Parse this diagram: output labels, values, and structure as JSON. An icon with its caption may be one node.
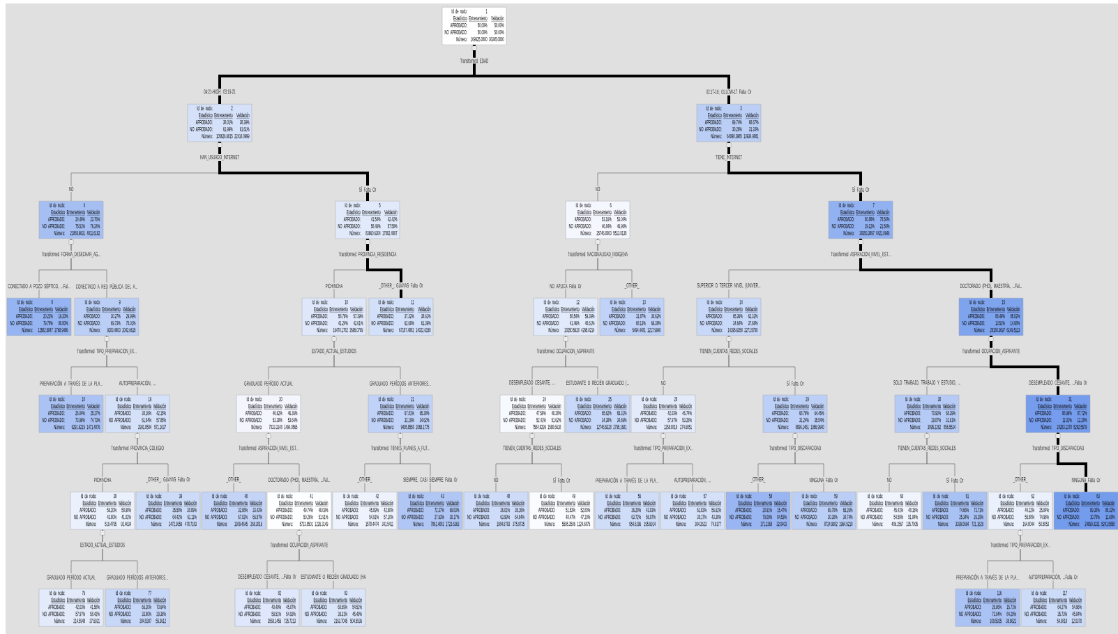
{
  "diagram": {
    "nodes": [
      {
        "text": [
          "Id de nodo:",
          "1",
          "Estadístico",
          "Entrenamiento",
          "Validación",
          "APROBADO:",
          "50.00%",
          "50.00%",
          "NO APROBADO:",
          "50.00%",
          "50.00%",
          "Número:",
          "169625.0000",
          "36345.0000"
        ],
        "beside": [
          "Transformed EDAD"
        ]
      },
      {
        "text": [
          "Id de nodo:",
          "2",
          "Estadístico",
          "Entrenamiento",
          "Validación",
          "APROBADO:",
          "38.01%",
          "38.39%",
          "NO APROBADO:",
          "61.99%",
          "61.61%",
          "Número:",
          "105626.6815",
          "22414.0999"
        ],
        "beside": [
          "HAN_USUADO_INTERNET"
        ]
      },
      {
        "text": [
          "Id de nodo:",
          "3",
          "Estadístico",
          "Entrenamiento",
          "Validación",
          "APROBADO:",
          "69.74%",
          "68.67%",
          "NO APROBADO:",
          "30.26%",
          "31.33%",
          "Número:",
          "64098.3985",
          "13934.9081"
        ],
        "beside": [
          "TIENE_INTERNET"
        ]
      },
      {
        "text": [
          "Id de nodo:",
          "4",
          "Estadístico",
          "Entrenamiento",
          "Validación",
          "APROBADO:",
          "24.49%",
          "23.76%",
          "NO APROBADO:",
          "75.51%",
          "76.24%",
          "Número:",
          "21865.9631",
          "4811.6182"
        ],
        "beside": [
          "Transformed FORMA_DESECHAR_AG..."
        ]
      },
      {
        "text": [
          "Id de nodo:",
          "5",
          "Estadístico",
          "Entrenamiento",
          "Validación",
          "APROBADO:",
          "41.54%",
          "42.42%",
          "NO APROBADO:",
          "58.46%",
          "57.58%",
          "Número:",
          "83660.6304",
          "17582.4897"
        ],
        "beside": [
          "Transformed PROVINCIA_RESIDENCIA"
        ]
      },
      {
        "text": [
          "Id de nodo:",
          "6",
          "Estadístico",
          "Entrenamiento",
          "Validación",
          "APROBADO:",
          "53.16%",
          "53.04%",
          "NO APROBADO:",
          "46.84%",
          "46.96%",
          "Número:",
          "25746.0000",
          "5513.8135"
        ],
        "beside": [
          "Transformed NACIONALIDAD_INDIGENA"
        ]
      },
      {
        "text": [
          "Id de nodo:",
          "7",
          "Estadístico",
          "Entrenamiento",
          "Validación",
          "APROBADO:",
          "80.88%",
          "78.50%",
          "NO APROBADO:",
          "19.12%",
          "21.50%",
          "Número:",
          "38353.3897",
          "8421.0946"
        ],
        "beside": [
          "Transformed ASPIRACION_NIVEL_EST..."
        ]
      },
      {
        "text": [
          "Id de nodo:",
          "8",
          "Estadístico",
          "Entrenamiento",
          "Validación",
          "APROBADO:",
          "20.22%",
          "19.20%",
          "NO APROBADO:",
          "79.78%",
          "80.80%",
          "Número:",
          "12582.5847",
          "2768.9486"
        ]
      },
      {
        "text": [
          "Id de nodo:",
          "9",
          "Estadístico",
          "Entrenamiento",
          "Validación",
          "APROBADO:",
          "30.27%",
          "29.99%",
          "NO APROBADO:",
          "69.73%",
          "70.01%",
          "Número:",
          "9283.4800",
          "2042.6615"
        ],
        "beside": [
          "Transformed TIPO_PREPARACION_EX..."
        ]
      },
      {
        "text": [
          "Id de nodo:",
          "10",
          "Estadístico",
          "Entrenamiento",
          "Validación",
          "APROBADO:",
          "58.76%",
          "57.39%",
          "NO APROBADO:",
          "41.24%",
          "42.61%",
          "Número:",
          "16470.1782",
          "3595.0709"
        ],
        "beside": [
          "ESTADO_ACTUAL_ESTUDIOS"
        ]
      },
      {
        "text": [
          "Id de nodo:",
          "11",
          "Estadístico",
          "Entrenamiento",
          "Validación",
          "APROBADO:",
          "37.32%",
          "38.61%",
          "NO APROBADO:",
          "62.68%",
          "61.39%",
          "Número:",
          "67187.4882",
          "14022.6158"
        ]
      },
      {
        "text": [
          "Id de nodo:",
          "12",
          "Estadístico",
          "Entrenamiento",
          "Validación",
          "APROBADO:",
          "58.54%",
          "59.39%",
          "NO APROBADO:",
          "41.46%",
          "40.61%",
          "Número:",
          "20250.5628",
          "4295.8214"
        ],
        "beside": [
          "Transformed OCUPACION_ASPIRANTE"
        ]
      },
      {
        "text": [
          "Id de nodo:",
          "13",
          "Estadístico",
          "Entrenamiento",
          "Validación",
          "APROBADO:",
          "31.87%",
          "30.62%",
          "NO APROBADO:",
          "68.13%",
          "69.38%",
          "Número:",
          "5494.4481",
          "1217.9940"
        ]
      },
      {
        "text": [
          "Id de nodo:",
          "14",
          "Estadístico",
          "Entrenamiento",
          "Validación",
          "APROBADO:",
          "65.36%",
          "62.32%",
          "NO APROBADO:",
          "34.64%",
          "37.68%",
          "Número:",
          "14195.6358",
          "2271.5700"
        ],
        "beside": [
          "TIENEN_CUENTAS_REDES_SOCIALES"
        ]
      },
      {
        "text": [
          "Id de nodo:",
          "15",
          "Estadístico",
          "Entrenamiento",
          "Validación",
          "APROBADO:",
          "86.49%",
          "85.02%",
          "NO APROBADO:",
          "13.51%",
          "14.98%",
          "Número:",
          "28180.3697",
          "6149.5113"
        ],
        "beside": [
          "Transformed OCUPACION_ASPIRANTE"
        ]
      },
      {
        "text": [
          "Id de nodo:",
          "18",
          "Estadístico",
          "Entrenamiento",
          "Validación",
          "APROBADO:",
          "26.04%",
          "25.27%",
          "NO APROBADO:",
          "73.96%",
          "74.73%",
          "Número:",
          "6291.6219",
          "1471.4876"
        ]
      },
      {
        "text": [
          "Id de nodo:",
          "19",
          "Estadístico",
          "Entrenamiento",
          "Validación",
          "APROBADO:",
          "38.16%",
          "42.15%",
          "NO APROBADO:",
          "61.84%",
          "57.85%",
          "Número:",
          "2991.8584",
          "571.1637"
        ],
        "beside": [
          "Transformed PROVINCIA_COLEGIO"
        ]
      },
      {
        "text": [
          "Id de nodo:",
          "20",
          "Estadístico",
          "Entrenamiento",
          "Validación",
          "APROBADO:",
          "46.62%",
          "46.36%",
          "NO APROBADO:",
          "53.38%",
          "53.64%",
          "Número:",
          "7033.3148",
          "1494.0565"
        ],
        "beside": [
          "Transformed ASPIRACION_NIVEL_EST..."
        ]
      },
      {
        "text": [
          "Id de nodo:",
          "21",
          "Estadístico",
          "Entrenamiento",
          "Validación",
          "APROBADO:",
          "67.81%",
          "65.38%",
          "NO APROBADO:",
          "32.19%",
          "34.62%",
          "Número:",
          "9405.8558",
          "2065.1775"
        ],
        "beside": [
          "Transformed TIENES_PLANES_A_FUT..."
        ]
      },
      {
        "text": [
          "Id de nodo:",
          "24",
          "Estadístico",
          "Entrenamiento",
          "Validación",
          "APROBADO:",
          "47.59%",
          "48.38%",
          "NO APROBADO:",
          "52.41%",
          "51.62%",
          "Número:",
          "7584.8299",
          "1580.6618"
        ],
        "beside": [
          "TIENEN_CUENTAS_REDES_SOCIALES"
        ]
      },
      {
        "text": [
          "Id de nodo:",
          "25",
          "Estadístico",
          "Entrenamiento",
          "Validación",
          "APROBADO:",
          "65.62%",
          "65.31%",
          "NO APROBADO:",
          "34.38%",
          "34.69%",
          "Número:",
          "12746.5328",
          "2795.1681"
        ]
      },
      {
        "text": [
          "Id de nodo:",
          "28",
          "Estadístico",
          "Entrenamiento",
          "Validación",
          "APROBADO:",
          "42.03%",
          "46.74%",
          "NO APROBADO:",
          "57.97%",
          "53.26%",
          "Número:",
          "1258.8818",
          "274.6851"
        ],
        "beside": [
          "Transformed TIPO_PREPARACION_EX..."
        ]
      },
      {
        "text": [
          "Id de nodo:",
          "29",
          "Estadístico",
          "Entrenamiento",
          "Validación",
          "APROBADO:",
          "68.76%",
          "64.46%",
          "NO APROBADO:",
          "31.24%",
          "35.54%",
          "Número:",
          "8896.1461",
          "1956.9640"
        ],
        "beside": [
          "Transformed TIPO_DISCAPACIDAD"
        ]
      },
      {
        "text": [
          "Id de nodo:",
          "30",
          "Estadístico",
          "Entrenamiento",
          "Validación",
          "APROBADO:",
          "70.93%",
          "68.39%",
          "NO APROBADO:",
          "29.07%",
          "31.61%",
          "Número:",
          "3895.2262",
          "856.5534"
        ],
        "beside": [
          "TIENEN_CUENTAS_REDES_SOCIALES"
        ]
      },
      {
        "text": [
          "Id de nodo:",
          "31",
          "Estadístico",
          "Entrenamiento",
          "Validación",
          "APROBADO:",
          "88.99%",
          "87.72%",
          "NO APROBADO:",
          "11.01%",
          "12.28%",
          "Número:",
          "24283.1378",
          "5292.5579"
        ],
        "beside": [
          "Transformed TIPO_DISCAPACIDAD"
        ]
      },
      {
        "text": [
          "Id de nodo:",
          "38",
          "Estadístico",
          "Entrenamiento",
          "Validación",
          "APROBADO:",
          "56.20%",
          "58.98%",
          "NO APROBADO:",
          "43.80%",
          "41.02%",
          "Número:",
          "519.4765",
          "92.4634"
        ],
        "beside": [
          "ESTADO_ACTUAL_ESTUDIOS"
        ]
      },
      {
        "text": [
          "Id de nodo:",
          "39",
          "Estadístico",
          "Entrenamiento",
          "Validación",
          "APROBADO:",
          "35.58%",
          "38.89%",
          "NO APROBADO:",
          "64.42%",
          "61.11%",
          "Número:",
          "2472.3659",
          "478.7183"
        ]
      },
      {
        "text": [
          "Id de nodo:",
          "40",
          "Estadístico",
          "Entrenamiento",
          "Validación",
          "APROBADO:",
          "32.98%",
          "33.43%",
          "NO APROBADO:",
          "67.02%",
          "66.57%",
          "Número:",
          "1309.4645",
          "268.3816"
        ]
      },
      {
        "text": [
          "Id de nodo:",
          "41",
          "Estadístico",
          "Entrenamiento",
          "Validación",
          "APROBADO:",
          "49.74%",
          "48.09%",
          "NO APROBADO:",
          "50.26%",
          "51.91%",
          "Número:",
          "5723.8501",
          "1226.3149"
        ],
        "beside": [
          "Transformed OCUPACION_ASPIRANTE"
        ]
      },
      {
        "text": [
          "Id de nodo:",
          "42",
          "Estadístico",
          "Entrenamiento",
          "Validación",
          "APROBADO:",
          "45.09%",
          "42.90%",
          "NO APROBADO:",
          "54.91%",
          "57.10%",
          "Número:",
          "1578.4474",
          "341.5411"
        ]
      },
      {
        "text": [
          "Id de nodo:",
          "43",
          "Estadístico",
          "Entrenamiento",
          "Validación",
          "APROBADO:",
          "72.37%",
          "69.83%",
          "NO APROBADO:",
          "27.63%",
          "30.17%",
          "Número:",
          "7861.4081",
          "1723.6363"
        ]
      },
      {
        "text": [
          "Id de nodo:",
          "48",
          "Estadístico",
          "Entrenamiento",
          "Validación",
          "APROBADO:",
          "36.01%",
          "35.16%",
          "NO APROBADO:",
          "63.99%",
          "64.84%",
          "Número:",
          "1984.6783",
          "375.9735"
        ]
      },
      {
        "text": [
          "Id de nodo:",
          "49",
          "Estadístico",
          "Entrenamiento",
          "Validación",
          "APROBADO:",
          "51.53%",
          "52.80%",
          "NO APROBADO:",
          "48.47%",
          "47.20%",
          "Número:",
          "5595.3506",
          "1124.6876"
        ]
      },
      {
        "text": [
          "Id de nodo:",
          "56",
          "Estadístico",
          "Entrenamiento",
          "Validación",
          "APROBADO:",
          "36.28%",
          "43.03%",
          "NO APROBADO:",
          "63.72%",
          "56.97%",
          "Número:",
          "954.6196",
          "195.6914"
        ]
      },
      {
        "text": [
          "Id de nodo:",
          "57",
          "Estadístico",
          "Entrenamiento",
          "Validación",
          "APROBADO:",
          "61.83%",
          "56.62%",
          "NO APROBADO:",
          "38.17%",
          "43.38%",
          "Número:",
          "304.2623",
          "74.9177"
        ]
      },
      {
        "text": [
          "Id de nodo:",
          "58",
          "Estadístico",
          "Entrenamiento",
          "Validación",
          "APROBADO:",
          "20.91%",
          "15.47%",
          "NO APROBADO:",
          "79.09%",
          "84.53%",
          "Número:",
          "171.2368",
          "32.0403"
        ]
      },
      {
        "text": [
          "Id de nodo:",
          "59",
          "Estadístico",
          "Entrenamiento",
          "Validación",
          "APROBADO:",
          "69.70%",
          "65.26%",
          "NO APROBADO:",
          "30.30%",
          "34.74%",
          "Número:",
          "8724.9082",
          "1964.9210"
        ]
      },
      {
        "text": [
          "Id de nodo:",
          "60",
          "Estadístico",
          "Entrenamiento",
          "Validación",
          "APROBADO:",
          "45.41%",
          "48.16%",
          "NO APROBADO:",
          "54.59%",
          "51.84%",
          "Número:",
          "486.1567",
          "135.7905"
        ]
      },
      {
        "text": [
          "Id de nodo:",
          "61",
          "Estadístico",
          "Entrenamiento",
          "Validación",
          "APROBADO:",
          "74.66%",
          "73.71%",
          "NO APROBADO:",
          "25.34%",
          "26.29%",
          "Número:",
          "3399.0694",
          "721.1629"
        ]
      },
      {
        "text": [
          "Id de nodo:",
          "62",
          "Estadístico",
          "Entrenamiento",
          "Validación",
          "APROBADO:",
          "44.12%",
          "25.04%",
          "NO APROBADO:",
          "55.88%",
          "74.96%",
          "Número:",
          "164.8044",
          "50.5053"
        ],
        "beside": [
          "Transformed TIPO_PREPARACION_EX..."
        ]
      },
      {
        "text": [
          "Id de nodo:",
          "63",
          "Estadístico",
          "Entrenamiento",
          "Validación",
          "APROBADO:",
          "89.30%",
          "88.32%",
          "NO APROBADO:",
          "10.70%",
          "11.68%",
          "Número:",
          "24099.3331",
          "5241.5858"
        ]
      },
      {
        "text": [
          "Id de nodo:",
          "76",
          "Estadístico",
          "Entrenamiento",
          "Validación",
          "APROBADO:",
          "42.03%",
          "41.58%",
          "NO APROBADO:",
          "57.97%",
          "58.42%",
          "Número:",
          "214.5948",
          "37.6921"
        ]
      },
      {
        "text": [
          "Id de nodo:",
          "77",
          "Estadístico",
          "Entrenamiento",
          "Validación",
          "APROBADO:",
          "66.20%",
          "70.64%",
          "NO APROBADO:",
          "33.80%",
          "29.36%",
          "Número:",
          "304.5387",
          "55.3612"
        ]
      },
      {
        "text": [
          "Id de nodo:",
          "82",
          "Estadístico",
          "Entrenamiento",
          "Validación",
          "APROBADO:",
          "40.49%",
          "45.07%",
          "NO APROBADO:",
          "59.51%",
          "54.93%",
          "Número:",
          "3560.1456",
          "725.7213"
        ]
      },
      {
        "text": [
          "Id de nodo:",
          "83",
          "Estadístico",
          "Entrenamiento",
          "Validación",
          "APROBADO:",
          "60.69%",
          "54.51%",
          "NO APROBADO:",
          "39.31%",
          "45.49%",
          "Número:",
          "2163.7045",
          "504.5936"
        ]
      },
      {
        "text": [
          "Id de nodo:",
          "116",
          "Estadístico",
          "Entrenamiento",
          "Validación",
          "APROBADO:",
          "26.06%",
          "15.71%",
          "NO APROBADO:",
          "73.94%",
          "84.29%",
          "Número:",
          "109.5925",
          "38.9621"
        ]
      },
      {
        "text": [
          "Id de nodo:",
          "117",
          "Estadístico",
          "Entrenamiento",
          "Validación",
          "APROBADO:",
          "64.27%",
          "54.96%",
          "NO APROBADO:",
          "35.73%",
          "45.04%",
          "Número:",
          "54.9818",
          "12.0370"
        ]
      }
    ],
    "edges": [
      {
        "from": 0,
        "to": 1,
        "arrow": "none",
        "label": "04:21-HIGH; 03:19-21",
        "style": "thick"
      },
      {
        "from": 0,
        "to": 2,
        "arrow": "none",
        "label": "02:17-19; 01:LOW-17 Falta Or",
        "style": "thick"
      },
      {
        "from": 1,
        "to": 3,
        "arrow": "none",
        "label": "NO"
      },
      {
        "from": 1,
        "to": 4,
        "arrow": "none",
        "label": "SÍ Falta Or",
        "style": "thick"
      },
      {
        "from": 2,
        "to": 5,
        "arrow": "none",
        "label": "NO"
      },
      {
        "from": 2,
        "to": 6,
        "arrow": "none",
        "label": "SÍ Falta Or",
        "style": "thick"
      },
      {
        "from": 3,
        "to": 7,
        "arrow": "none",
        "label": "CONECTADO A POZO SÉPTICO, ...Fal..."
      },
      {
        "from": 3,
        "to": 8,
        "arrow": "none",
        "label": "CONECTADO A RED PÚBLICA DEL A..."
      },
      {
        "from": 4,
        "to": 9,
        "arrow": "none",
        "label": "PICHINCHA"
      },
      {
        "from": 4,
        "to": 10,
        "arrow": "none",
        "label": "_OTHER_; GUAYAS Falta Or",
        "style": "thick"
      },
      {
        "from": 5,
        "to": 11,
        "arrow": "none",
        "label": "NO APLICA Falta Or"
      },
      {
        "from": 5,
        "to": 12,
        "arrow": "none",
        "label": "_OTHER_"
      },
      {
        "from": 6,
        "to": 13,
        "arrow": "none",
        "label": "SUPERIOR O TERCER NIVEL (UNIVER..."
      },
      {
        "from": 6,
        "to": 14,
        "arrow": "none",
        "label": "DOCTORADO (PHD), MAESTRÍA, ...Fal...",
        "style": "thick"
      },
      {
        "from": 8,
        "to": 15,
        "arrow": "none",
        "label": "PREPARACIÓN A TRAVÉS DE LA PLA..."
      },
      {
        "from": 8,
        "to": 16,
        "arrow": "none",
        "label": "AUTOPREPARACIÓN, ..."
      },
      {
        "from": 9,
        "to": 17,
        "arrow": "none",
        "label": "GRADUADO PERÍODO ACTUAL"
      },
      {
        "from": 9,
        "to": 18,
        "arrow": "none",
        "label": "GRADUADO PERÍODOS ANTERIORES..."
      },
      {
        "from": 11,
        "to": 19,
        "arrow": "none",
        "label": "DESEMPLEADO CESANTE, ..."
      },
      {
        "from": 11,
        "to": 20,
        "arrow": "none",
        "label": "ESTUDIANTE O RECIÉN GRADUADO (..."
      },
      {
        "from": 13,
        "to": 21,
        "arrow": "none",
        "label": "NO"
      },
      {
        "from": 13,
        "to": 22,
        "arrow": "none",
        "label": "SÍ Falta Or"
      },
      {
        "from": 14,
        "to": 23,
        "arrow": "none",
        "label": "SOLO TRABAJO, TRABAJO Y ESTUDIO, ..."
      },
      {
        "from": 14,
        "to": 24,
        "arrow": "none",
        "label": "DESEMPLEADO CESANTE, ...Falta Or",
        "style": "thick"
      },
      {
        "from": 16,
        "to": 25,
        "arrow": "none",
        "label": "PICHINCHA"
      },
      {
        "from": 16,
        "to": 26,
        "arrow": "none",
        "label": "_OTHER_; GUAYAS Falta Or"
      },
      {
        "from": 17,
        "to": 27,
        "arrow": "none",
        "label": "_OTHER_"
      },
      {
        "from": 17,
        "to": 28,
        "arrow": "none",
        "label": "DOCTORADO (PHD), MAESTRÍA, ...Fal..."
      },
      {
        "from": 18,
        "to": 29,
        "arrow": "none",
        "label": "_OTHER_"
      },
      {
        "from": 18,
        "to": 30,
        "arrow": "none",
        "label": "SIEMPRE, CASI SIEMPRE Falta Or"
      },
      {
        "from": 19,
        "to": 31,
        "arrow": "none",
        "label": "NO"
      },
      {
        "from": 19,
        "to": 32,
        "arrow": "none",
        "label": "SÍ Falta Or"
      },
      {
        "from": 21,
        "to": 33,
        "arrow": "none",
        "label": "PREPARACIÓN A TRAVÉS DE LA PLA..."
      },
      {
        "from": 21,
        "to": 34,
        "arrow": "none",
        "label": "AUTOPREPARACIÓN, ..."
      },
      {
        "from": 22,
        "to": 35,
        "arrow": "none",
        "label": "_OTHER_"
      },
      {
        "from": 22,
        "to": 36,
        "arrow": "none",
        "label": "NINGUNA Falta Or"
      },
      {
        "from": 23,
        "to": 37,
        "arrow": "none",
        "label": "NO"
      },
      {
        "from": 23,
        "to": 38,
        "arrow": "none",
        "label": "SÍ Falta Or"
      },
      {
        "from": 24,
        "to": 39,
        "arrow": "none",
        "label": "_OTHER_"
      },
      {
        "from": 24,
        "to": 40,
        "arrow": "none",
        "label": "NINGUNA Falta Or",
        "style": "thick"
      },
      {
        "from": 25,
        "to": 41,
        "arrow": "none",
        "label": "GRADUADO PERÍODO ACTUAL"
      },
      {
        "from": 25,
        "to": 42,
        "arrow": "none",
        "label": "GRADUADO PERÍODOS ANTERIORES..."
      },
      {
        "from": 28,
        "to": 43,
        "arrow": "none",
        "label": "DESEMPLEADO CESANTE, ...Falta Or"
      },
      {
        "from": 28,
        "to": 44,
        "arrow": "none",
        "label": "ESTUDIANTE O RECIÉN GRADUADO (HA"
      },
      {
        "from": 39,
        "to": 45,
        "arrow": "none",
        "label": "PREPARACIÓN A TRAVÉS DE LA PLA..."
      },
      {
        "from": 39,
        "to": 46,
        "arrow": "none",
        "label": "AUTOPREPARACIÓN, ...Falta Or"
      }
    ]
  }
}
